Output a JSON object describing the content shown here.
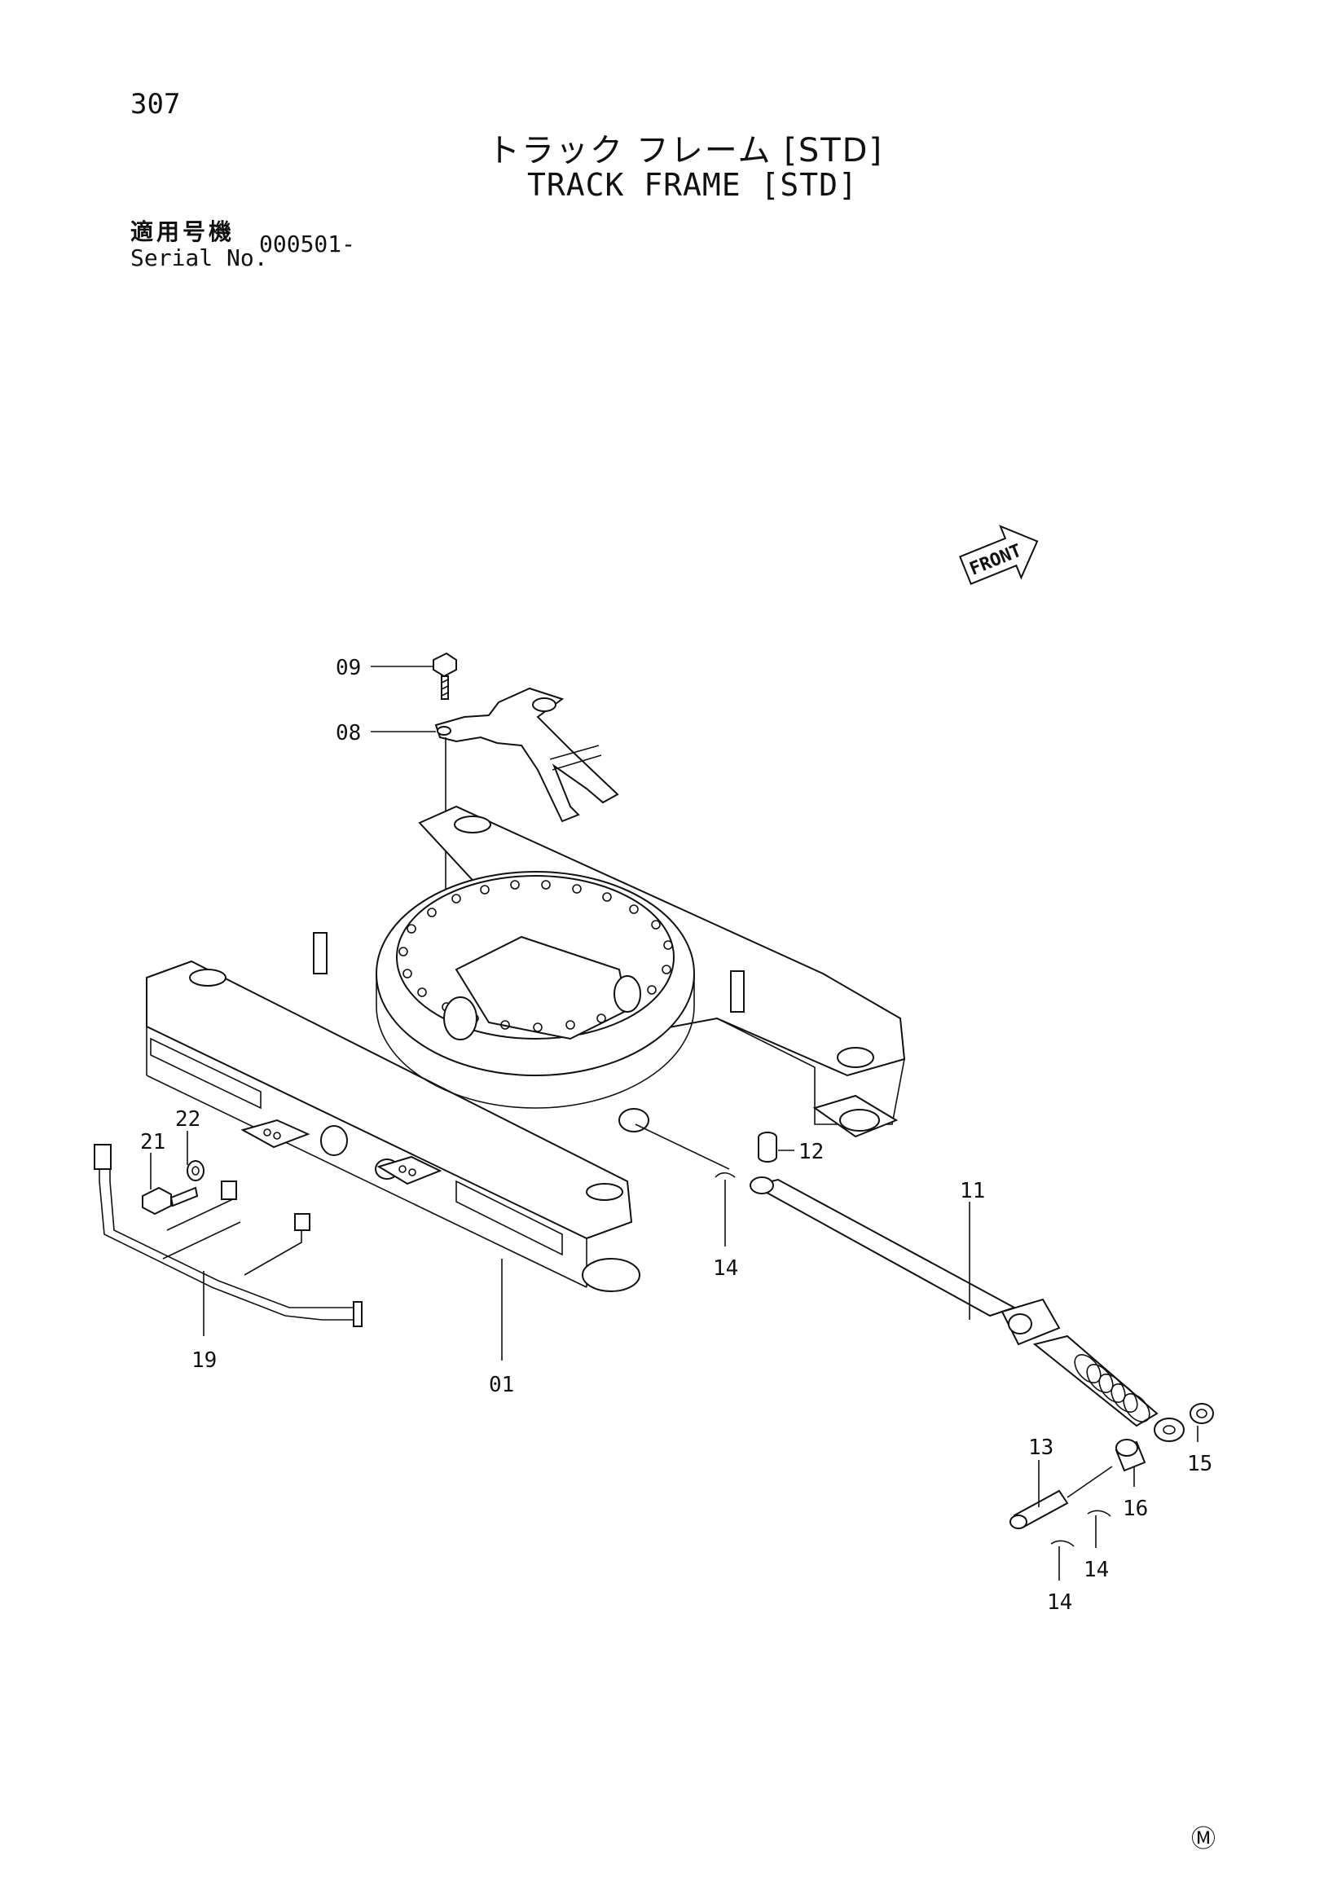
{
  "header": {
    "page_number": "307",
    "title_jp": "トラック フレーム [STD]",
    "title_en": "TRACK FRAME [STD]",
    "serial_label_jp": "適用号機",
    "serial_label_en": "Serial No.",
    "serial_value": "000501-"
  },
  "front_indicator": "FRONT",
  "callouts": {
    "c01": "01",
    "c08": "08",
    "c09": "09",
    "c11": "11",
    "c12": "12",
    "c13": "13",
    "c14a": "14",
    "c14b": "14",
    "c14c": "14",
    "c15": "15",
    "c16": "16",
    "c19": "19",
    "c21": "21",
    "c22": "22"
  },
  "footer_mark": "Ⓜ"
}
